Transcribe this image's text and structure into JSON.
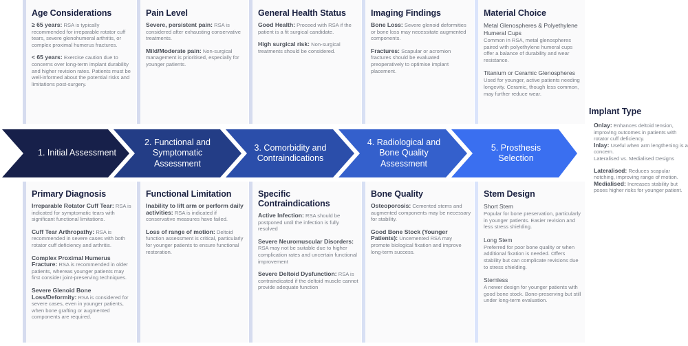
{
  "steps": [
    {
      "label": "1. Initial Assessment",
      "color": "#17204a"
    },
    {
      "label": "2. Functional and Symptomatic Assessment",
      "color": "#233d86"
    },
    {
      "label": "3. Comorbidity and Contraindications",
      "color": "#2b4eaa"
    },
    {
      "label": "4. Radiological and Bone Quality Assessment",
      "color": "#3460cc"
    },
    {
      "label": "5. Prosthesis Selection",
      "color": "#3a6ff0"
    }
  ],
  "top_cards": [
    {
      "title": "Age Considerations",
      "entries": [
        {
          "term": "≥ 65 years:",
          "text": "RSA is typically recommended for irreparable rotator cuff tears, severe glenohumeral arthritis, or complex proximal humerus fractures."
        },
        {
          "term": "< 65 years:",
          "text": "Exercise caution due to concerns over long-term implant durability and higher revision rates. Patients must be well-informed about the potential risks and limitations post-surgery."
        }
      ]
    },
    {
      "title": "Pain Level",
      "entries": [
        {
          "term": "Severe, persistent pain:",
          "text": "RSA is considered after exhausting conservative treatments."
        },
        {
          "term": "Mild/Moderate pain:",
          "text": "Non-surgical management is prioritised, especially for younger patients."
        }
      ]
    },
    {
      "title": "General Health Status",
      "entries": [
        {
          "term": "Good Health:",
          "text": "Proceed with RSA if the patient is a fit surgical candidate."
        },
        {
          "term": "High surgical risk:",
          "text": "Non-surgical treatments should be considered."
        }
      ]
    },
    {
      "title": "Imaging Findings",
      "entries": [
        {
          "term": "Bone Loss:",
          "text": "Severe glenoid deformities or bone loss may necessitate augmented components."
        },
        {
          "term": "Fractures:",
          "text": "Scapular or acromion fractures should be evaluated preoperatively to optimise implant placement."
        }
      ]
    },
    {
      "title": "Material Choice",
      "entries": [
        {
          "term": "Metal Glenospheres & Polyethylene Humeral Cups",
          "text": "Common in RSA, metal glenospheres paired with polyethylene humeral cups offer a balance of durability and wear resistance."
        },
        {
          "term": "Titanium or Ceramic Glenospheres",
          "text": "Used for younger, active patients needing longevity. Ceramic, though less common, may further reduce wear."
        }
      ]
    }
  ],
  "bottom_cards": [
    {
      "title": "Primary Diagnosis",
      "entries": [
        {
          "term": "Irreparable Rotator Cuff Tear:",
          "text": "RSA is indicated for symptomatic tears with significant functional limitations."
        },
        {
          "term": "Cuff Tear Arthropathy:",
          "text": "RSA is recommended in severe cases with both rotator cuff deficiency and arthritis."
        },
        {
          "term": "Complex Proximal Humerus Fracture:",
          "text": "RSA is recommended in older patients, whereas younger patients may first consider joint-preserving techniques."
        },
        {
          "term": "Severe Glenoid Bone Loss/Deformity:",
          "text": "RSA is considered for severe cases, even in younger patients, when bone grafting or augmented components are required."
        }
      ]
    },
    {
      "title": "Functional Limitation",
      "entries": [
        {
          "term": "Inability to lift arm or perform daily activities:",
          "text": "RSA is indicated if conservative measures have failed."
        },
        {
          "term": "Loss of range of motion:",
          "text": "Deltoid function assessment is critical, particularly for younger patients to ensure functional restoration."
        }
      ]
    },
    {
      "title": "Specific Contraindications",
      "entries": [
        {
          "term": "Active Infection:",
          "text": "RSA should be postponed until the infection is fully resolved"
        },
        {
          "term": "Severe Neuromuscular Disorders:",
          "text": "RSA may not be suitable due to higher complication rates and uncertain functional improvement"
        },
        {
          "term": "Severe Deltoid Dysfunction:",
          "text": "RSA is contraindicated if the deltoid muscle cannot provide adequate function"
        }
      ]
    },
    {
      "title": "Bone Quality",
      "entries": [
        {
          "term": "Osteoporosis:",
          "text": "Cemented stems and augmented components may be necessary for stability."
        },
        {
          "term": "Good Bone Stock (Younger Patients):",
          "text": "Uncemented RSA may promote biological fixation and improve long-term success."
        }
      ]
    },
    {
      "title": "Stem Design",
      "entries": [
        {
          "term": "Short Stem",
          "text": "Popular for bone preservation, particularly in younger patients. Easier revision and less stress shielding."
        },
        {
          "term": "Long Stem",
          "text": "Preferred for poor bone quality or when additional fixation is needed. Offers stability but can complicate revisions due to stress shielding."
        },
        {
          "term": "Stemless",
          "text": "A newer design for younger patients with good bone stock. Bone-preserving but still under long-term evaluation."
        }
      ]
    }
  ],
  "implant_type": {
    "title": "Implant Type",
    "onlay_term": "Onlay:",
    "onlay_text": "Enhances deltoid tension, improving outcomes in patients with rotator cuff deficiency.",
    "inlay_term": "Inlay:",
    "inlay_text": "Useful when arm lengthening is a concern.",
    "subheading": "Lateralised vs. Medialised Designs",
    "lateral_term": "Lateralised:",
    "lateral_text": "Reduces scapular notching, improving range of motion.",
    "medial_term": "Medialised:",
    "medial_text": "Increases stability but poses higher risks for younger patient."
  },
  "colors": {
    "card_bar": "#d6dcef",
    "card_bar_last": "#dbe4fb"
  }
}
